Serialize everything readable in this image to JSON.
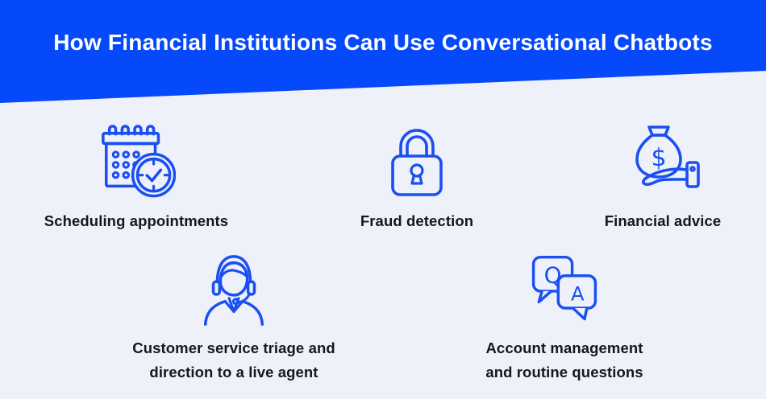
{
  "header": {
    "title": "How Financial Institutions Can Use Conversational Chatbots"
  },
  "colors": {
    "header_bg": "#0549fb",
    "page_bg": "#eef0fa",
    "icon_stroke": "#1a4ff2",
    "label_text": "#16161e",
    "title_text": "#ffffff"
  },
  "items": [
    {
      "id": "scheduling",
      "icon": "calendar-clock-icon",
      "label": "Scheduling appointments"
    },
    {
      "id": "fraud",
      "icon": "padlock-icon",
      "label": "Fraud detection"
    },
    {
      "id": "advice",
      "icon": "money-bag-hand-icon",
      "label": "Financial advice",
      "glyph": "$"
    },
    {
      "id": "triage",
      "icon": "support-agent-icon",
      "lines": [
        "Customer service triage and",
        "direction to a live agent"
      ]
    },
    {
      "id": "account",
      "icon": "qa-chat-bubbles-icon",
      "lines": [
        "Account management",
        "and routine questions"
      ],
      "glyphs": {
        "q": "Q",
        "a": "A"
      }
    }
  ]
}
